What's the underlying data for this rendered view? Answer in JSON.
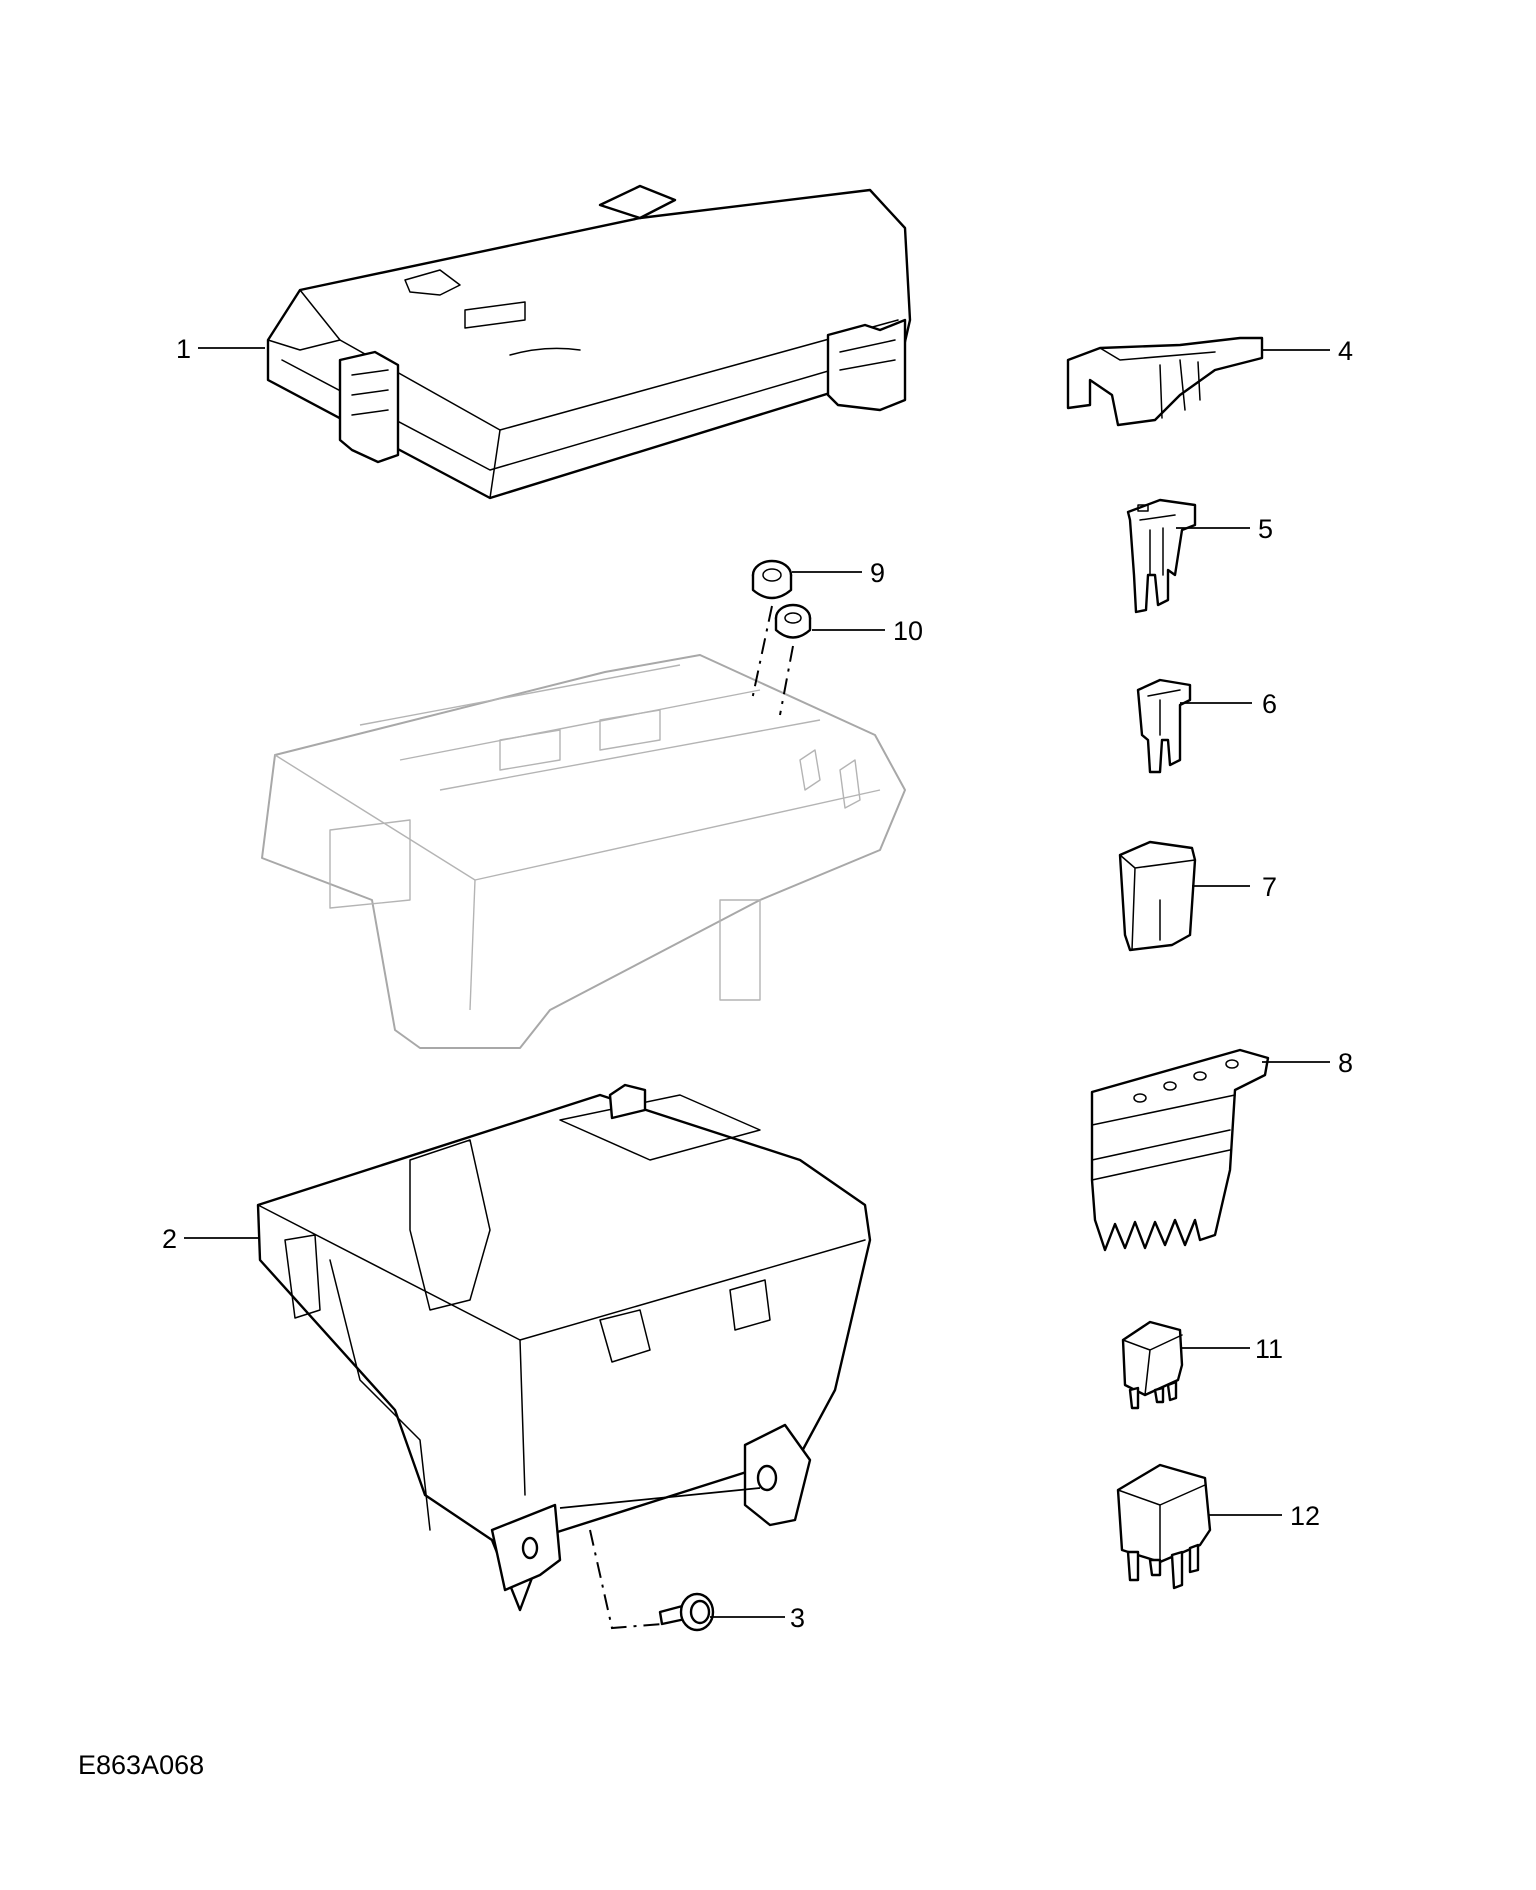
{
  "figure_reference": "E863A068",
  "callouts": [
    {
      "id": "1",
      "label": "1"
    },
    {
      "id": "2",
      "label": "2"
    },
    {
      "id": "3",
      "label": "3"
    },
    {
      "id": "4",
      "label": "4"
    },
    {
      "id": "5",
      "label": "5"
    },
    {
      "id": "6",
      "label": "6"
    },
    {
      "id": "7",
      "label": "7"
    },
    {
      "id": "8",
      "label": "8"
    },
    {
      "id": "9",
      "label": "9"
    },
    {
      "id": "10",
      "label": "10"
    },
    {
      "id": "11",
      "label": "11"
    },
    {
      "id": "12",
      "label": "12"
    }
  ],
  "colors": {
    "line": "#000000",
    "ghost_line": "#a8a8a8",
    "background": "#ffffff"
  }
}
